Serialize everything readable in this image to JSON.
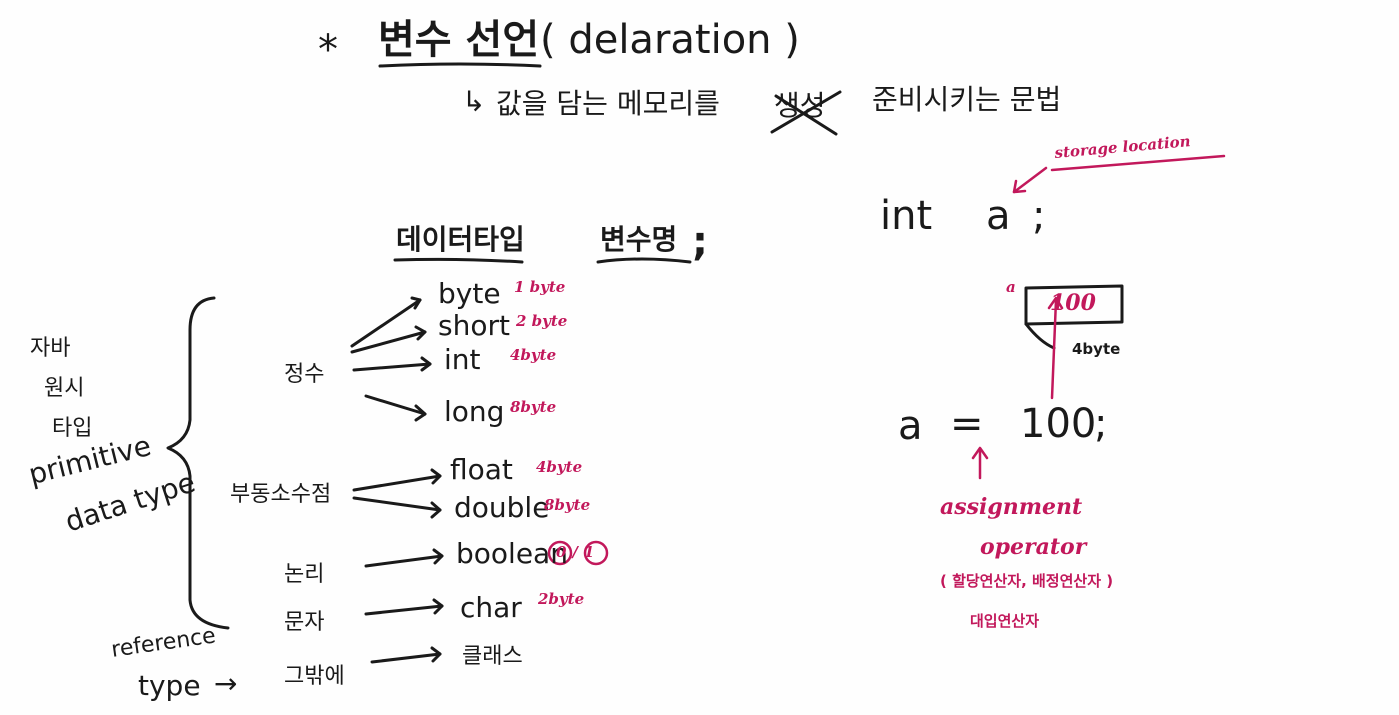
{
  "heading": {
    "star": "*",
    "title": "변수 선언",
    "title_en": "( delaration )",
    "sub_arrow": "↳",
    "sub_text_1": "값을 담는 메모리를",
    "sub_crossed": "생성",
    "sub_text_2": "준비시키는 문법"
  },
  "declaration": {
    "data_type_label": "데이터타입",
    "var_name_label": "변수명",
    "semicolon": ";"
  },
  "category": {
    "java": "자바",
    "primitive": "원시",
    "type": "타입",
    "primitive_en": "primitive",
    "data_type_en": "data type",
    "reference": "reference",
    "reference_type": "type",
    "reference_arrow": "→"
  },
  "groups": [
    {
      "label": "정수",
      "items": [
        {
          "name": "byte",
          "size": "1 byte"
        },
        {
          "name": "short",
          "size": "2 byte"
        },
        {
          "name": "int",
          "size": "4byte"
        },
        {
          "name": "long",
          "size": "8byte"
        }
      ]
    },
    {
      "label": "부동소수점",
      "items": [
        {
          "name": "float",
          "size": "4byte"
        },
        {
          "name": "double",
          "size": "8byte"
        }
      ]
    },
    {
      "label": "논리",
      "items": [
        {
          "name": "boolean",
          "size": "0/1"
        }
      ]
    },
    {
      "label": "문자",
      "items": [
        {
          "name": "char",
          "size": "2byte"
        }
      ]
    },
    {
      "label": "그밖에",
      "items": [
        {
          "name": "클래스",
          "size": ""
        }
      ]
    }
  ],
  "example": {
    "decl_type": "int",
    "decl_var": "a",
    "decl_semi": ";",
    "storage_note": "storage location",
    "box_label": "a",
    "box_value": "100",
    "box_size": "4byte",
    "assign_var": "a",
    "assign_op": "=",
    "assign_value": "100",
    "assign_semi": ";",
    "op_name_1": "assignment",
    "op_name_2": "operator",
    "op_kr_1": "( 할당연산자, 배정연산자 )",
    "op_kr_2": "대입연산자"
  },
  "colors": {
    "ink": "#1a1a1a",
    "accent": "#c2185b"
  }
}
